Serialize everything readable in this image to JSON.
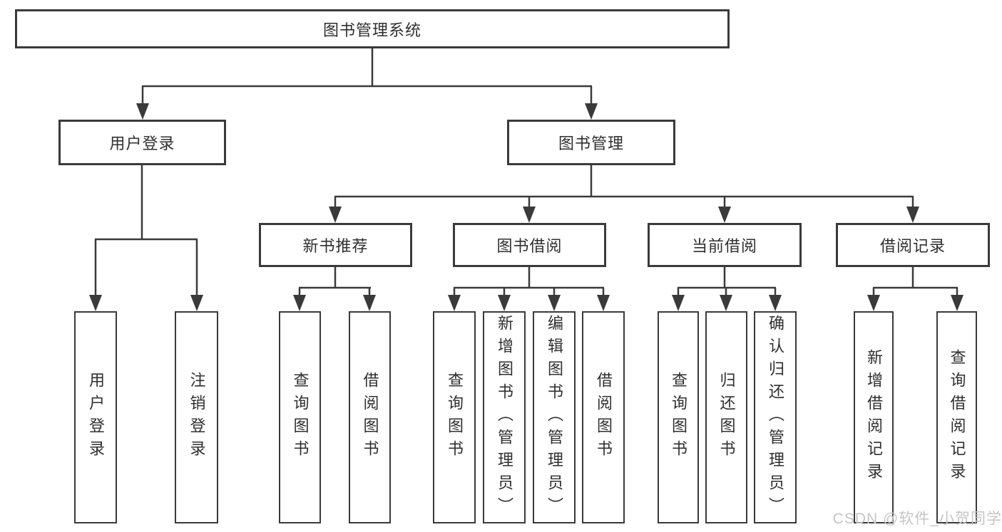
{
  "title": "图书管理系统",
  "watermark": "CSDN @软件_小贺同学",
  "colors": {
    "line": "#3a3a3a",
    "box_border": "#3a3a3a",
    "text": "#2f2f2f",
    "background": "#ffffff",
    "watermark": "#c5c5c5"
  },
  "tree": {
    "root": {
      "label": "图书管理系统"
    },
    "branches": [
      {
        "label": "用户登录",
        "children": [
          {
            "label": "用户登录"
          },
          {
            "label": "注销登录"
          }
        ]
      },
      {
        "label": "图书管理",
        "children": [
          {
            "label": "新书推荐",
            "children": [
              {
                "label": "查询图书"
              },
              {
                "label": "借阅图书"
              }
            ]
          },
          {
            "label": "图书借阅",
            "children": [
              {
                "label": "查询图书"
              },
              {
                "label": "新增图书（管理员）"
              },
              {
                "label": "编辑图书（管理员）"
              },
              {
                "label": "借阅图书"
              }
            ]
          },
          {
            "label": "当前借阅",
            "children": [
              {
                "label": "查询图书"
              },
              {
                "label": "归还图书"
              },
              {
                "label": "确认归还（管理员）"
              }
            ]
          },
          {
            "label": "借阅记录",
            "children": [
              {
                "label": "新增借阅记录"
              },
              {
                "label": "查询借阅记录"
              }
            ]
          }
        ]
      }
    ]
  }
}
